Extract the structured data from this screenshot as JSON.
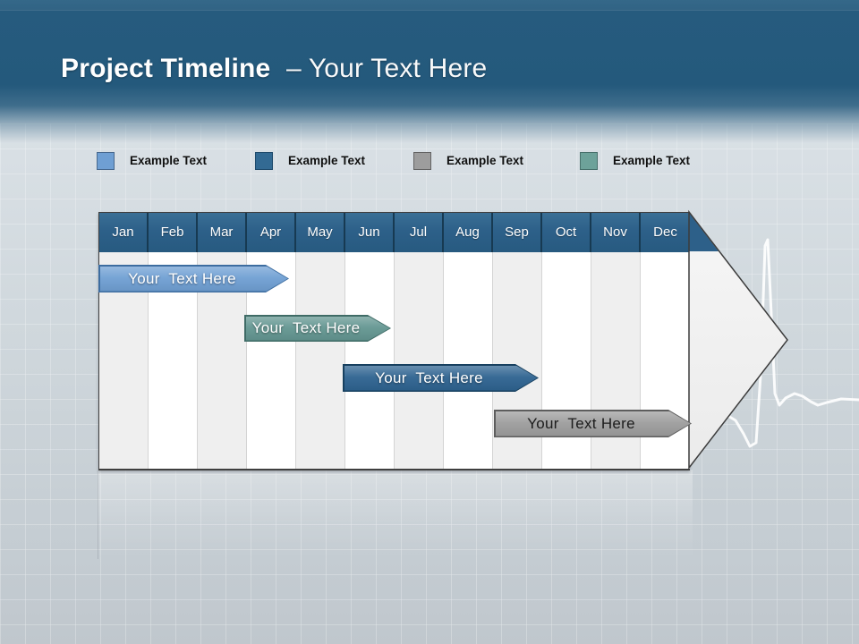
{
  "slide": {
    "title": {
      "bold": "Project Timeline",
      "light": "– Your Text Here"
    }
  },
  "legend": {
    "items": [
      {
        "label": "Example Text",
        "color": "#6f9fd3",
        "border": "#47688e"
      },
      {
        "label": "Example Text",
        "color": "#336a93",
        "border": "#1e4a6b"
      },
      {
        "label": "Example Text",
        "color": "#9d9d9d",
        "border": "#636363"
      },
      {
        "label": "Example Text",
        "color": "#6da29a",
        "border": "#47706b"
      }
    ]
  },
  "timeline": {
    "months": [
      "Jan",
      "Feb",
      "Mar",
      "Apr",
      "May",
      "Jun",
      "Jul",
      "Aug",
      "Sep",
      "Oct",
      "Nov",
      "Dec"
    ],
    "header_color": "#2d6089",
    "bars": [
      {
        "label": "Your  Text Here",
        "color": "#6f9fd3",
        "border": "#3d6da0",
        "text_color": "#ffffff",
        "start_month": "Jan",
        "end_month": "Apr"
      },
      {
        "label": "Your  Text Here",
        "color": "#639691",
        "border": "#3f6b66",
        "text_color": "#ffffff",
        "start_month": "Apr",
        "end_month": "Jun"
      },
      {
        "label": "Your  Text Here",
        "color": "#2e6390",
        "border": "#17405f",
        "text_color": "#ffffff",
        "start_month": "Jun",
        "end_month": "Sep"
      },
      {
        "label": "Your  Text Here",
        "color": "#9d9d9d",
        "border": "#5d5d5d",
        "text_color": "#1c1c1c",
        "start_month": "Sep",
        "end_month": "Dec"
      }
    ]
  },
  "chart_data": {
    "type": "bar",
    "subtype": "gantt-timeline",
    "title": "Project Timeline – Your Text Here",
    "categories": [
      "Jan",
      "Feb",
      "Mar",
      "Apr",
      "May",
      "Jun",
      "Jul",
      "Aug",
      "Sep",
      "Oct",
      "Nov",
      "Dec"
    ],
    "series": [
      {
        "name": "Your Text Here",
        "row": 1,
        "start": "Jan",
        "end": "Apr",
        "start_index": 0,
        "end_index": 3.9,
        "color": "#6f9fd3"
      },
      {
        "name": "Your Text Here",
        "row": 2,
        "start": "Apr",
        "end": "Jun",
        "start_index": 3.0,
        "end_index": 5.95,
        "color": "#639691"
      },
      {
        "name": "Your Text Here",
        "row": 3,
        "start": "Jun",
        "end": "Sep",
        "start_index": 5.0,
        "end_index": 8.95,
        "color": "#2e6390"
      },
      {
        "name": "Your Text Here",
        "row": 4,
        "start": "Sep",
        "end": "Dec",
        "start_index": 8.0,
        "end_index": 12.0,
        "color": "#9d9d9d"
      }
    ],
    "legend_entries": [
      "Example Text",
      "Example Text",
      "Example Text",
      "Example Text"
    ],
    "legend_position": "top",
    "grid": true,
    "axis_orientation": "horizontal-months"
  }
}
